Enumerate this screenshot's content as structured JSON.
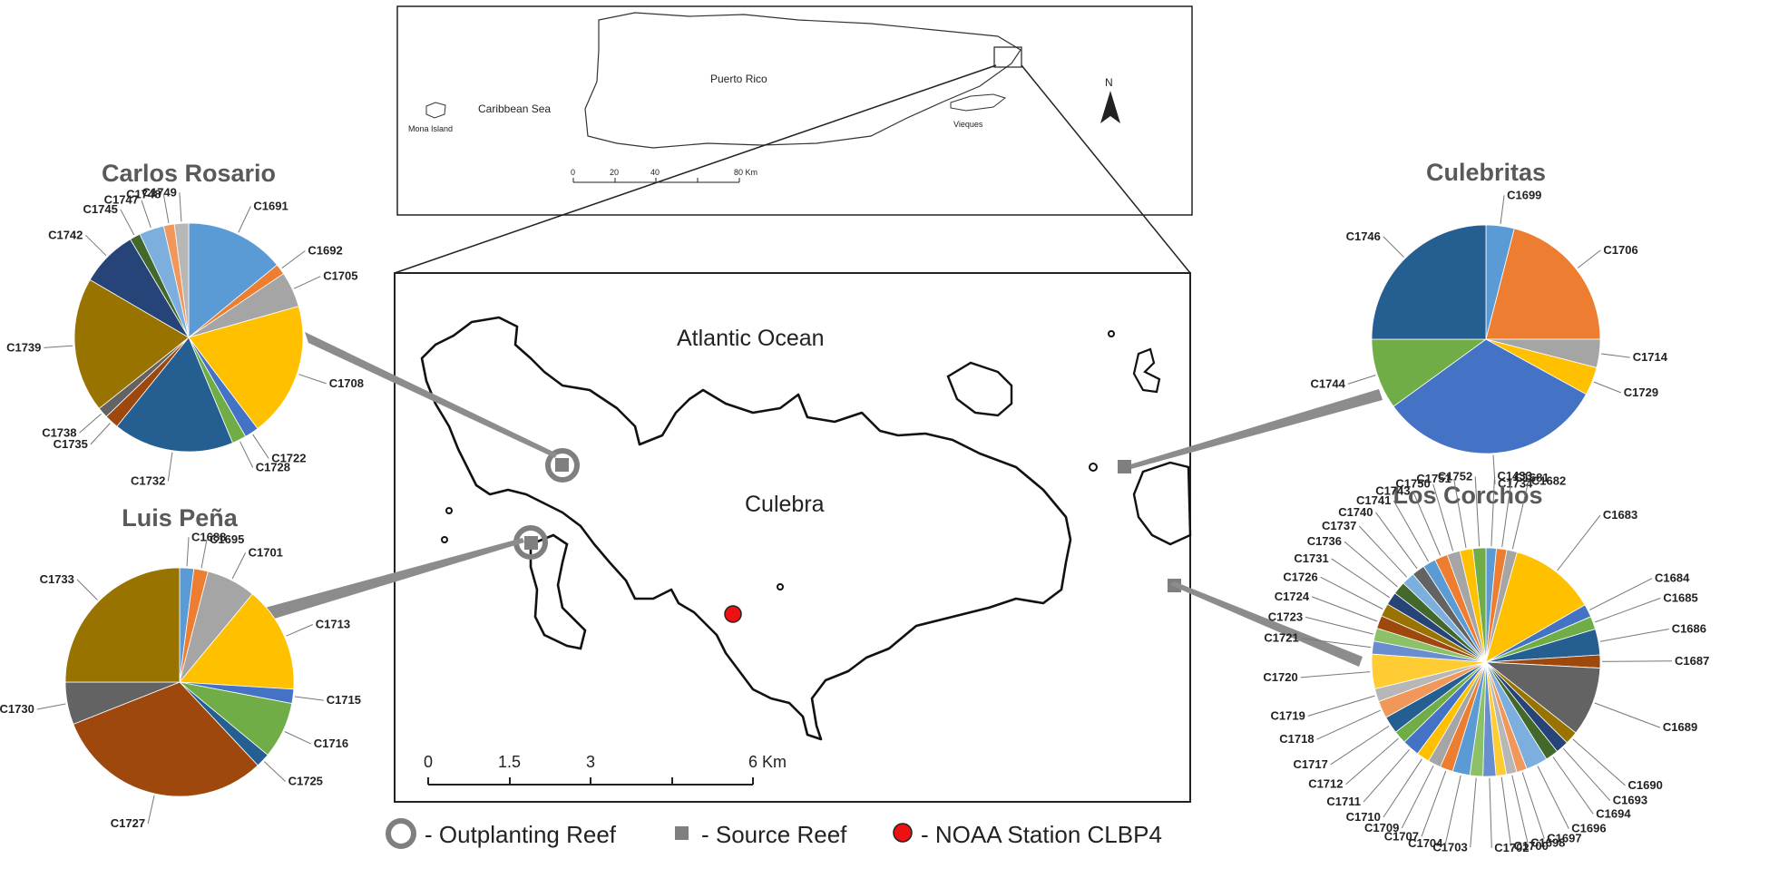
{
  "inset_map": {
    "labels": {
      "puerto_rico": "Puerto Rico",
      "caribbean_sea": "Caribbean Sea",
      "mona_island": "Mona Island",
      "vieques": "Vieques",
      "north": "N"
    },
    "scale": {
      "ticks": [
        "0",
        "20",
        "40",
        "80 Km"
      ]
    }
  },
  "main_map": {
    "labels": {
      "ocean": "Atlantic Ocean",
      "island": "Culebra"
    },
    "scale": {
      "ticks": [
        "0",
        "1.5",
        "3",
        "6 Km"
      ]
    }
  },
  "legend": {
    "outplanting": "- Outplanting Reef",
    "source": "- Source Reef",
    "noaa": "- NOAA Station CLBP4"
  },
  "colors": {
    "palette": [
      "#5B9BD5",
      "#ED7D31",
      "#A5A5A5",
      "#FFC000",
      "#4472C4",
      "#70AD47",
      "#255E91",
      "#9E480E",
      "#636363",
      "#997300",
      "#264478",
      "#43682B",
      "#7CAFDD",
      "#F1975A",
      "#B7B7B7",
      "#FFCD33",
      "#698ED0",
      "#8CC168"
    ]
  },
  "chart_data": [
    {
      "type": "pie",
      "title": "Carlos Rosario",
      "slices": [
        {
          "label": "C1691",
          "value": 14,
          "color": "#5B9BD5"
        },
        {
          "label": "C1692",
          "value": 1.5,
          "color": "#ED7D31"
        },
        {
          "label": "C1705",
          "value": 5,
          "color": "#A5A5A5"
        },
        {
          "label": "C1708",
          "value": 19,
          "color": "#FFC000"
        },
        {
          "label": "C1722",
          "value": 2,
          "color": "#4472C4"
        },
        {
          "label": "C1728",
          "value": 2,
          "color": "#70AD47"
        },
        {
          "label": "C1732",
          "value": 17,
          "color": "#255E91"
        },
        {
          "label": "C1735",
          "value": 2,
          "color": "#9E480E"
        },
        {
          "label": "C1738",
          "value": 1.5,
          "color": "#636363"
        },
        {
          "label": "C1739",
          "value": 19,
          "color": "#997300"
        },
        {
          "label": "C1742",
          "value": 8,
          "color": "#264478"
        },
        {
          "label": "C1745",
          "value": 1.5,
          "color": "#43682B"
        },
        {
          "label": "C1747",
          "value": 3.5,
          "color": "#7CAFDD"
        },
        {
          "label": "C1748",
          "value": 1.5,
          "color": "#F1975A"
        },
        {
          "label": "C1749",
          "value": 2,
          "color": "#B7B7B7"
        }
      ]
    },
    {
      "type": "pie",
      "title": "Luis Peña",
      "slices": [
        {
          "label": "C1688",
          "value": 2,
          "color": "#5B9BD5"
        },
        {
          "label": "C1695",
          "value": 2,
          "color": "#ED7D31"
        },
        {
          "label": "C1701",
          "value": 7,
          "color": "#A5A5A5"
        },
        {
          "label": "C1713",
          "value": 15,
          "color": "#FFC000"
        },
        {
          "label": "C1715",
          "value": 2,
          "color": "#4472C4"
        },
        {
          "label": "C1716",
          "value": 8,
          "color": "#70AD47"
        },
        {
          "label": "C1725",
          "value": 2,
          "color": "#255E91"
        },
        {
          "label": "C1727",
          "value": 31,
          "color": "#9E480E"
        },
        {
          "label": "C1730",
          "value": 6,
          "color": "#636363"
        },
        {
          "label": "C1733",
          "value": 25,
          "color": "#997300"
        }
      ]
    },
    {
      "type": "pie",
      "title": "Culebritas",
      "slices": [
        {
          "label": "C1699",
          "value": 4,
          "color": "#5B9BD5"
        },
        {
          "label": "C1706",
          "value": 21,
          "color": "#ED7D31"
        },
        {
          "label": "C1714",
          "value": 4,
          "color": "#A5A5A5"
        },
        {
          "label": "C1729",
          "value": 4,
          "color": "#FFC000"
        },
        {
          "label": "C1734",
          "value": 32,
          "color": "#4472C4"
        },
        {
          "label": "C1744",
          "value": 10,
          "color": "#70AD47"
        },
        {
          "label": "C1746",
          "value": 25,
          "color": "#255E91"
        }
      ]
    },
    {
      "type": "pie",
      "title": "Los Corchos",
      "slices": [
        {
          "label": "C1433",
          "value": 1.2,
          "color": "#5B9BD5"
        },
        {
          "label": "C1681",
          "value": 1.2,
          "color": "#ED7D31"
        },
        {
          "label": "C1682",
          "value": 1.2,
          "color": "#A5A5A5"
        },
        {
          "label": "C1683",
          "value": 10,
          "color": "#FFC000"
        },
        {
          "label": "C1684",
          "value": 1.5,
          "color": "#4472C4"
        },
        {
          "label": "C1685",
          "value": 1.5,
          "color": "#70AD47"
        },
        {
          "label": "C1686",
          "value": 3,
          "color": "#255E91"
        },
        {
          "label": "C1687",
          "value": 1.5,
          "color": "#9E480E"
        },
        {
          "label": "C1689",
          "value": 8,
          "color": "#636363"
        },
        {
          "label": "C1690",
          "value": 1.5,
          "color": "#997300"
        },
        {
          "label": "C1693",
          "value": 1.5,
          "color": "#264478"
        },
        {
          "label": "C1694",
          "value": 1.5,
          "color": "#43682B"
        },
        {
          "label": "C1696",
          "value": 2.5,
          "color": "#7CAFDD"
        },
        {
          "label": "C1697",
          "value": 1.2,
          "color": "#F1975A"
        },
        {
          "label": "C1698",
          "value": 1.2,
          "color": "#B7B7B7"
        },
        {
          "label": "C1700",
          "value": 1.2,
          "color": "#FFCD33"
        },
        {
          "label": "C1702",
          "value": 1.5,
          "color": "#698ED0"
        },
        {
          "label": "C1703",
          "value": 1.5,
          "color": "#8CC168"
        },
        {
          "label": "C1704",
          "value": 2,
          "color": "#5B9BD5"
        },
        {
          "label": "C1707",
          "value": 1.5,
          "color": "#ED7D31"
        },
        {
          "label": "C1709",
          "value": 1.5,
          "color": "#A5A5A5"
        },
        {
          "label": "C1710",
          "value": 1.5,
          "color": "#FFC000"
        },
        {
          "label": "C1711",
          "value": 2,
          "color": "#4472C4"
        },
        {
          "label": "C1712",
          "value": 1.5,
          "color": "#70AD47"
        },
        {
          "label": "C1717",
          "value": 2,
          "color": "#255E91"
        },
        {
          "label": "C1718",
          "value": 2,
          "color": "#F1975A"
        },
        {
          "label": "C1719",
          "value": 1.5,
          "color": "#B7B7B7"
        },
        {
          "label": "C1720",
          "value": 4,
          "color": "#FFCD33"
        },
        {
          "label": "C1721",
          "value": 1.5,
          "color": "#698ED0"
        },
        {
          "label": "C1723",
          "value": 1.5,
          "color": "#8CC168"
        },
        {
          "label": "C1724",
          "value": 1.5,
          "color": "#9E480E"
        },
        {
          "label": "C1726",
          "value": 1.5,
          "color": "#997300"
        },
        {
          "label": "C1731",
          "value": 1.5,
          "color": "#264478"
        },
        {
          "label": "C1736",
          "value": 1.5,
          "color": "#43682B"
        },
        {
          "label": "C1737",
          "value": 1.5,
          "color": "#7CAFDD"
        },
        {
          "label": "C1740",
          "value": 1.5,
          "color": "#636363"
        },
        {
          "label": "C1741",
          "value": 1.5,
          "color": "#5B9BD5"
        },
        {
          "label": "C1743",
          "value": 1.5,
          "color": "#ED7D31"
        },
        {
          "label": "C1750",
          "value": 1.5,
          "color": "#A5A5A5"
        },
        {
          "label": "C1751",
          "value": 1.5,
          "color": "#FFC000"
        },
        {
          "label": "C1752",
          "value": 1.5,
          "color": "#70AD47"
        }
      ]
    }
  ]
}
